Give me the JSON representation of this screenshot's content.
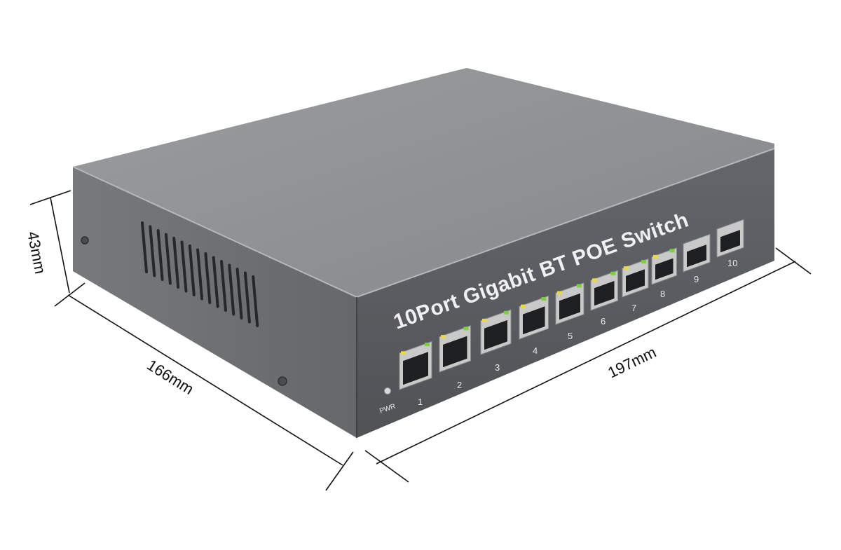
{
  "product": {
    "front_label": "10Port Gigabit BT POE Switch",
    "power_label": "PWR",
    "port_numbers": [
      "1",
      "2",
      "3",
      "4",
      "5",
      "6",
      "7",
      "8",
      "9",
      "10"
    ]
  },
  "dimensions": {
    "height": "43mm",
    "depth": "166mm",
    "width": "197mm"
  },
  "colors": {
    "body_top": "#8e9092",
    "body_front": "#5a5c60",
    "body_side": "#6e7073",
    "port_shell": "#c9c9c9",
    "led_yellow": "#e8d84a",
    "led_green": "#7fce3f",
    "dimension_line": "#111111",
    "background": "#ffffff"
  }
}
